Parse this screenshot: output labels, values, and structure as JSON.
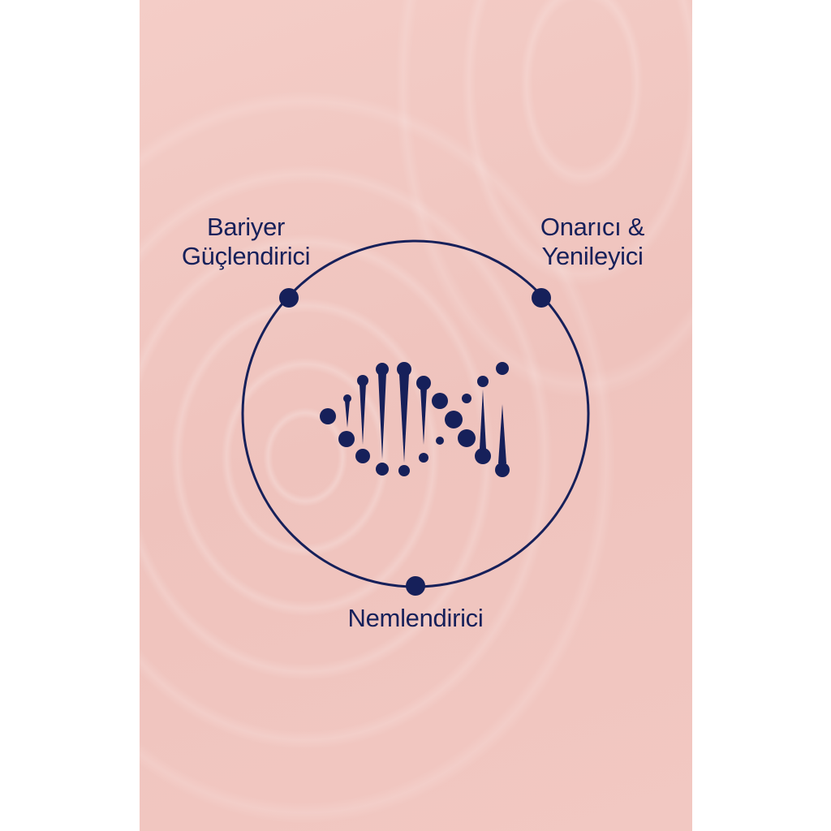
{
  "labels": {
    "barrier_line1": "Bariyer",
    "barrier_line2": "Güçlendirici",
    "repair_line1": "Onarıcı &",
    "repair_line2": "Yenileyici",
    "moisturizer": "Nemlendirici"
  },
  "icons": {
    "center": "dna-helix-icon"
  },
  "colors": {
    "background": "#f1c7c1",
    "ink": "#16205a"
  }
}
